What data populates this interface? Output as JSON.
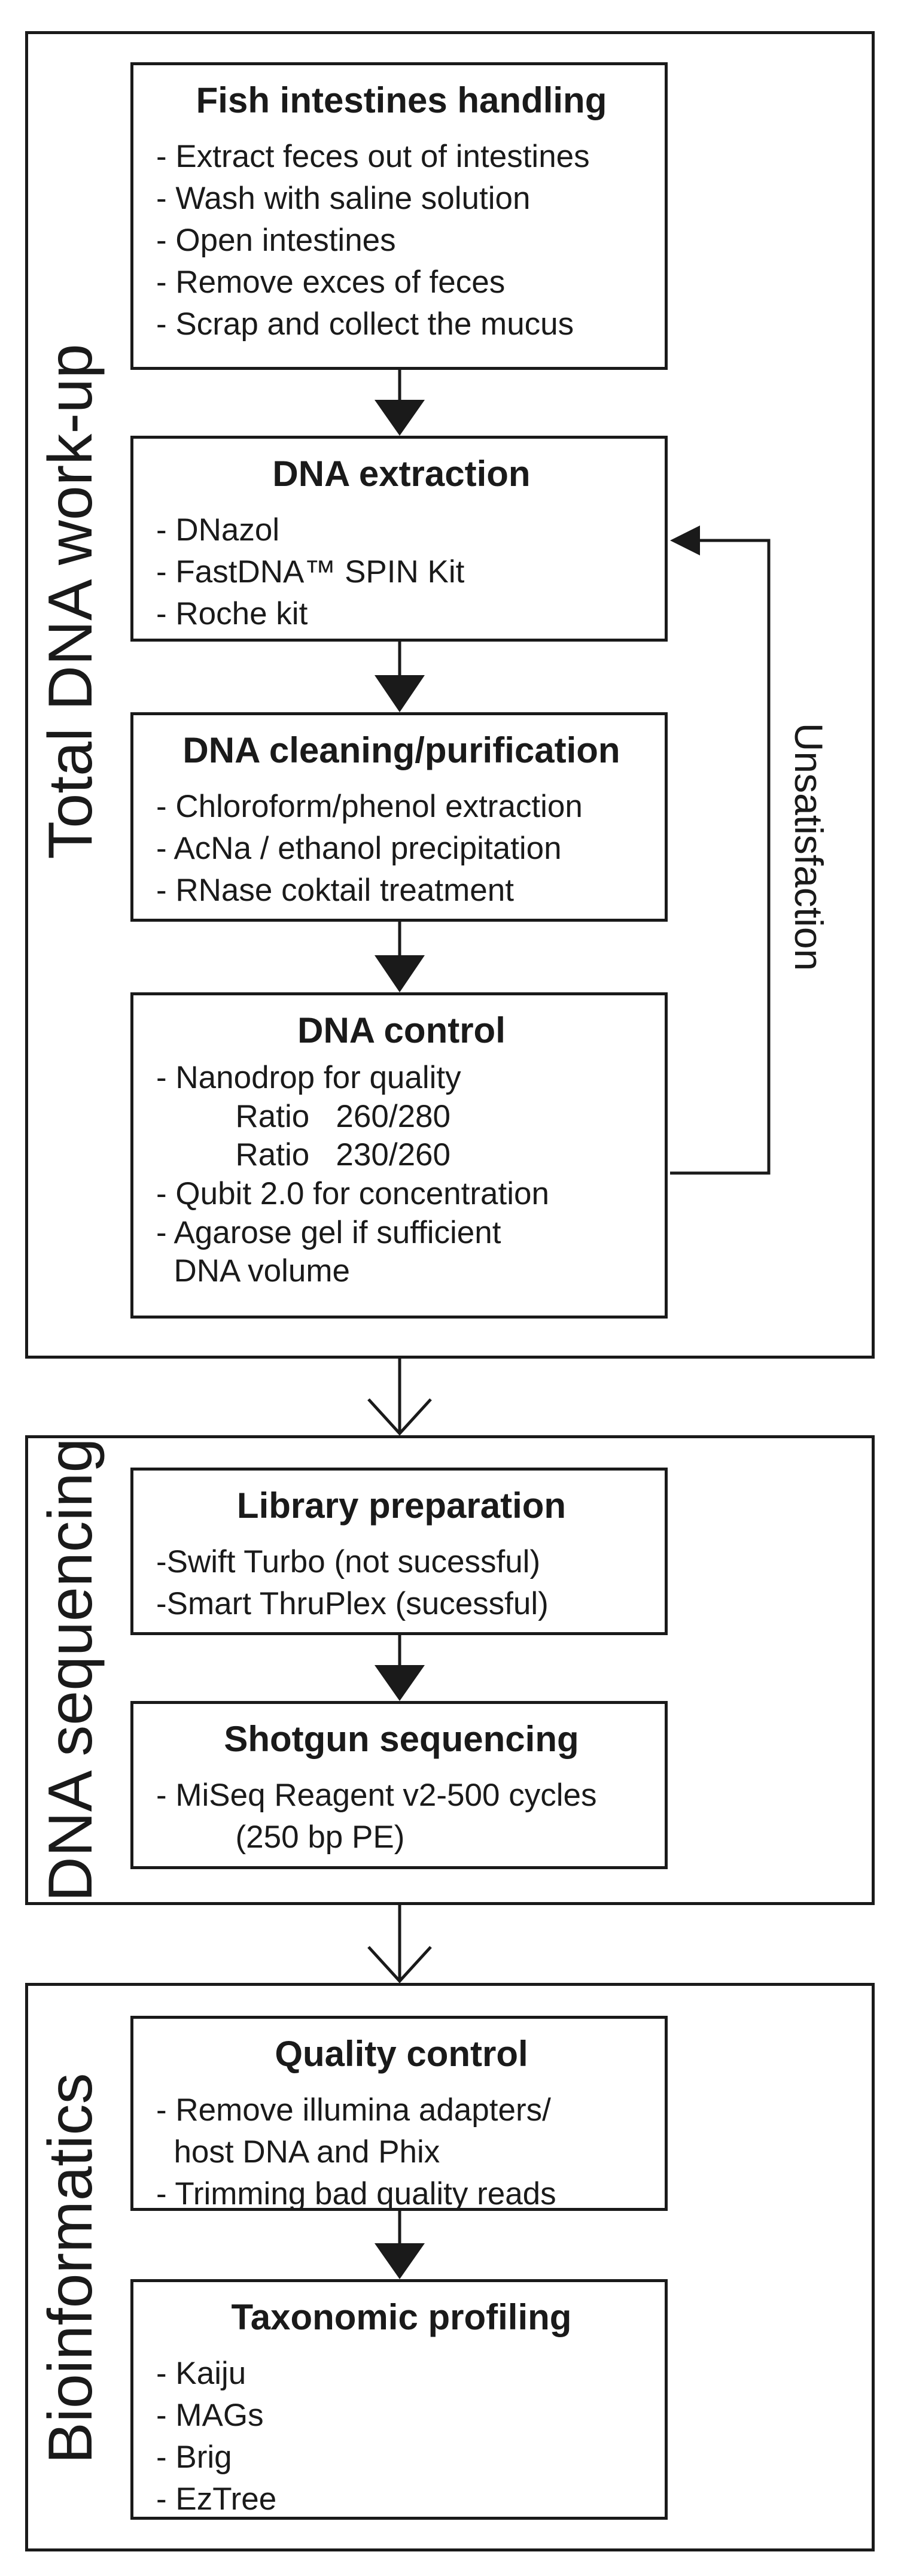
{
  "sections": {
    "workup": {
      "label": "Total DNA work-up"
    },
    "sequencing": {
      "label": "DNA sequencing"
    },
    "bioinformatics": {
      "label": "Bioinformatics"
    }
  },
  "boxes": {
    "fish": {
      "title": "Fish intestines handling",
      "items": [
        "- Extract feces out of intestines",
        "- Wash with saline solution",
        "- Open intestines",
        "- Remove exces of feces",
        "- Scrap and collect the mucus"
      ]
    },
    "extraction": {
      "title": "DNA extraction",
      "items": [
        "- DNazol",
        "- FastDNA™ SPIN Kit",
        "- Roche kit"
      ]
    },
    "cleaning": {
      "title": "DNA cleaning/purification",
      "items": [
        "- Chloroform/phenol extraction",
        "- AcNa / ethanol precipitation",
        "- RNase coktail treatment"
      ]
    },
    "control": {
      "title": "DNA control",
      "items": [
        "- Nanodrop for quality",
        "         Ratio   260/280",
        "         Ratio   230/260",
        "- Qubit 2.0 for concentration",
        "- Agarose gel if sufficient",
        "  DNA volume"
      ]
    },
    "library": {
      "title": "Library preparation",
      "items": [
        "-Swift Turbo (not sucessful)",
        "-Smart ThruPlex (sucessful)"
      ]
    },
    "shotgun": {
      "title": "Shotgun sequencing",
      "items": [
        "- MiSeq Reagent v2-500 cycles",
        "         (250 bp PE)"
      ]
    },
    "quality": {
      "title": "Quality control",
      "items": [
        "- Remove illumina adapters/",
        "  host DNA and Phix",
        "- Trimming bad quality reads"
      ]
    },
    "taxonomic": {
      "title": "Taxonomic profiling",
      "items": [
        "- Kaiju",
        "- MAGs",
        "- Brig",
        "- EzTree"
      ]
    }
  },
  "feedback": {
    "label": "Unsatisfaction"
  }
}
